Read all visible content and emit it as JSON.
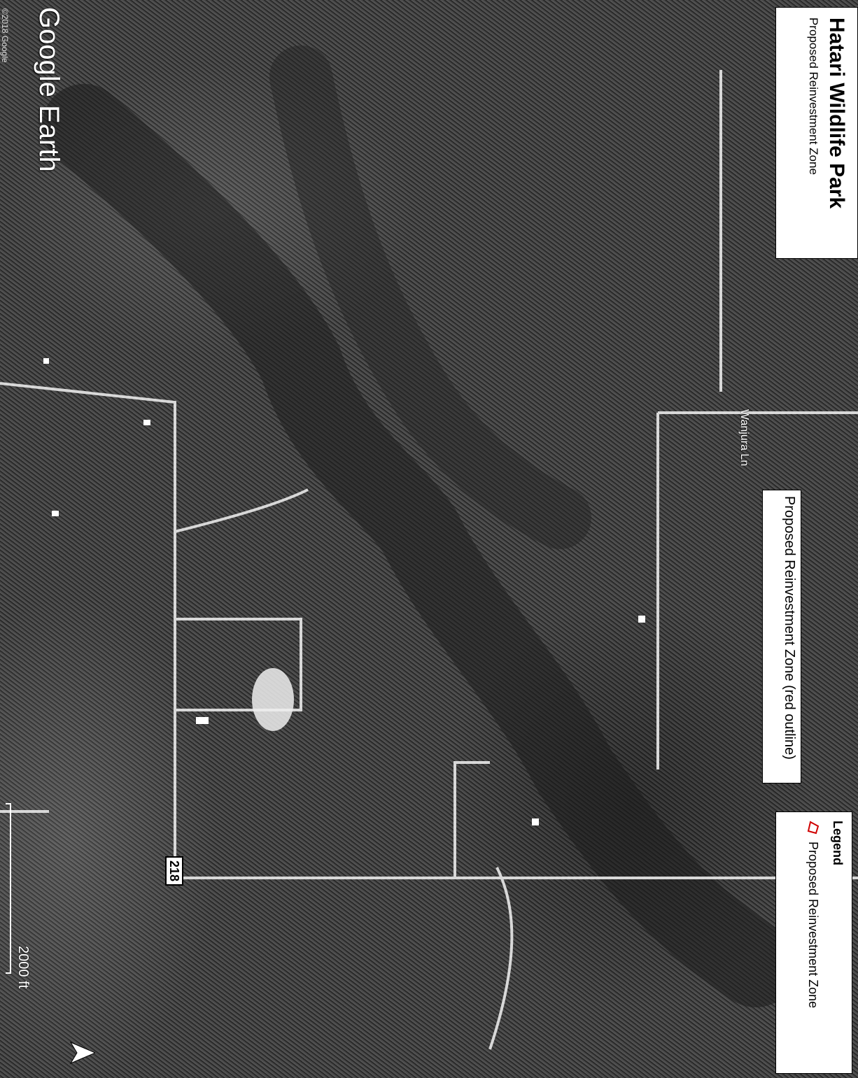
{
  "map": {
    "title": "Hatari Wildlife Park",
    "subtitle": "Proposed Reinvestment Zone",
    "zone_label": "Proposed Reinvestment Zone (red outline)",
    "legend": {
      "title": "Legend",
      "items": [
        {
          "label": "Proposed Reinvestment Zone",
          "icon": "polygon-icon",
          "color": "#d00000"
        }
      ]
    },
    "road_label": "Wanjura Ln",
    "route_number": "218",
    "branding": "Google Earth",
    "copyright": "©2018 Google",
    "scale": "2000 ft",
    "north": "N"
  }
}
